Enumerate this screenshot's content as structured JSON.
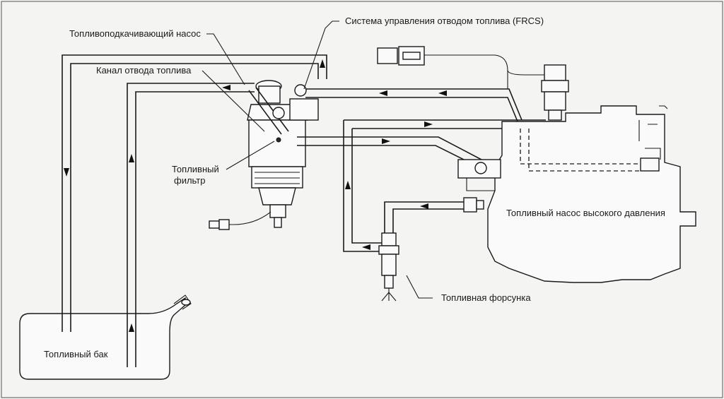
{
  "labels": {
    "fuel_feed_pump": "Топливоподкачивающий насос",
    "frcs": "Система управления отводом топлива (FRCS)",
    "return_channel": "Канал отвода топлива",
    "fuel_filter_line1": "Топливный",
    "fuel_filter_line2": "фильтр",
    "high_pressure_pump": "Топливный насос высокого давления",
    "fuel_injector": "Топливная форсунка",
    "fuel_tank": "Топливный бак"
  },
  "colors": {
    "ink": "#1a1a1a",
    "paper": "#f4f4f2"
  }
}
